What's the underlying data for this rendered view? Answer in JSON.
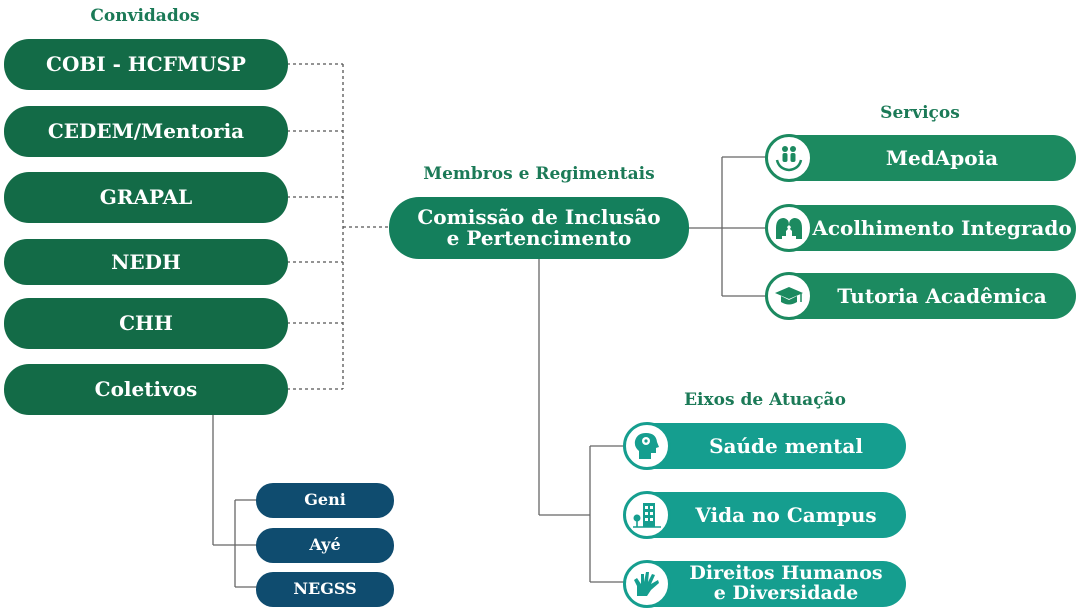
{
  "headings": {
    "convidados": "Convidados",
    "membros": "Membros e Regimentais",
    "servicos": "Serviços",
    "eixos": "Eixos de Atuação"
  },
  "convidados": [
    "COBI - HCFMUSP",
    "CEDEM/Mentoria",
    "GRAPAL",
    "NEDH",
    "CHH",
    "Coletivos"
  ],
  "coletivos": [
    "Geni",
    "Ayé",
    "NEGSS"
  ],
  "comissao": {
    "line1": "Comissão de Inclusão",
    "line2": "e Pertencimento"
  },
  "servicos": [
    {
      "label": "MedApoia",
      "icon": "hands-people-icon"
    },
    {
      "label": "Acolhimento Integrado",
      "icon": "two-heads-icon"
    },
    {
      "label": "Tutoria Acadêmica",
      "icon": "graduation-cap-icon"
    }
  ],
  "eixos": [
    {
      "line1": "Saúde mental",
      "line2": "",
      "icon": "head-mind-icon"
    },
    {
      "line1": "Vida no Campus",
      "line2": "",
      "icon": "campus-building-icon"
    },
    {
      "line1": "Direitos Humanos",
      "line2": "e Diversidade",
      "icon": "sign-hand-icon"
    }
  ],
  "colors": {
    "heading": "#1b7a57",
    "convidado_fill": "#136b47",
    "comissao_fill": "#147f5c",
    "servico_fill": "#1c8a60",
    "eixo_fill": "#159e8f",
    "coletivo_fill": "#0f4c6f",
    "connector": "#555555"
  }
}
